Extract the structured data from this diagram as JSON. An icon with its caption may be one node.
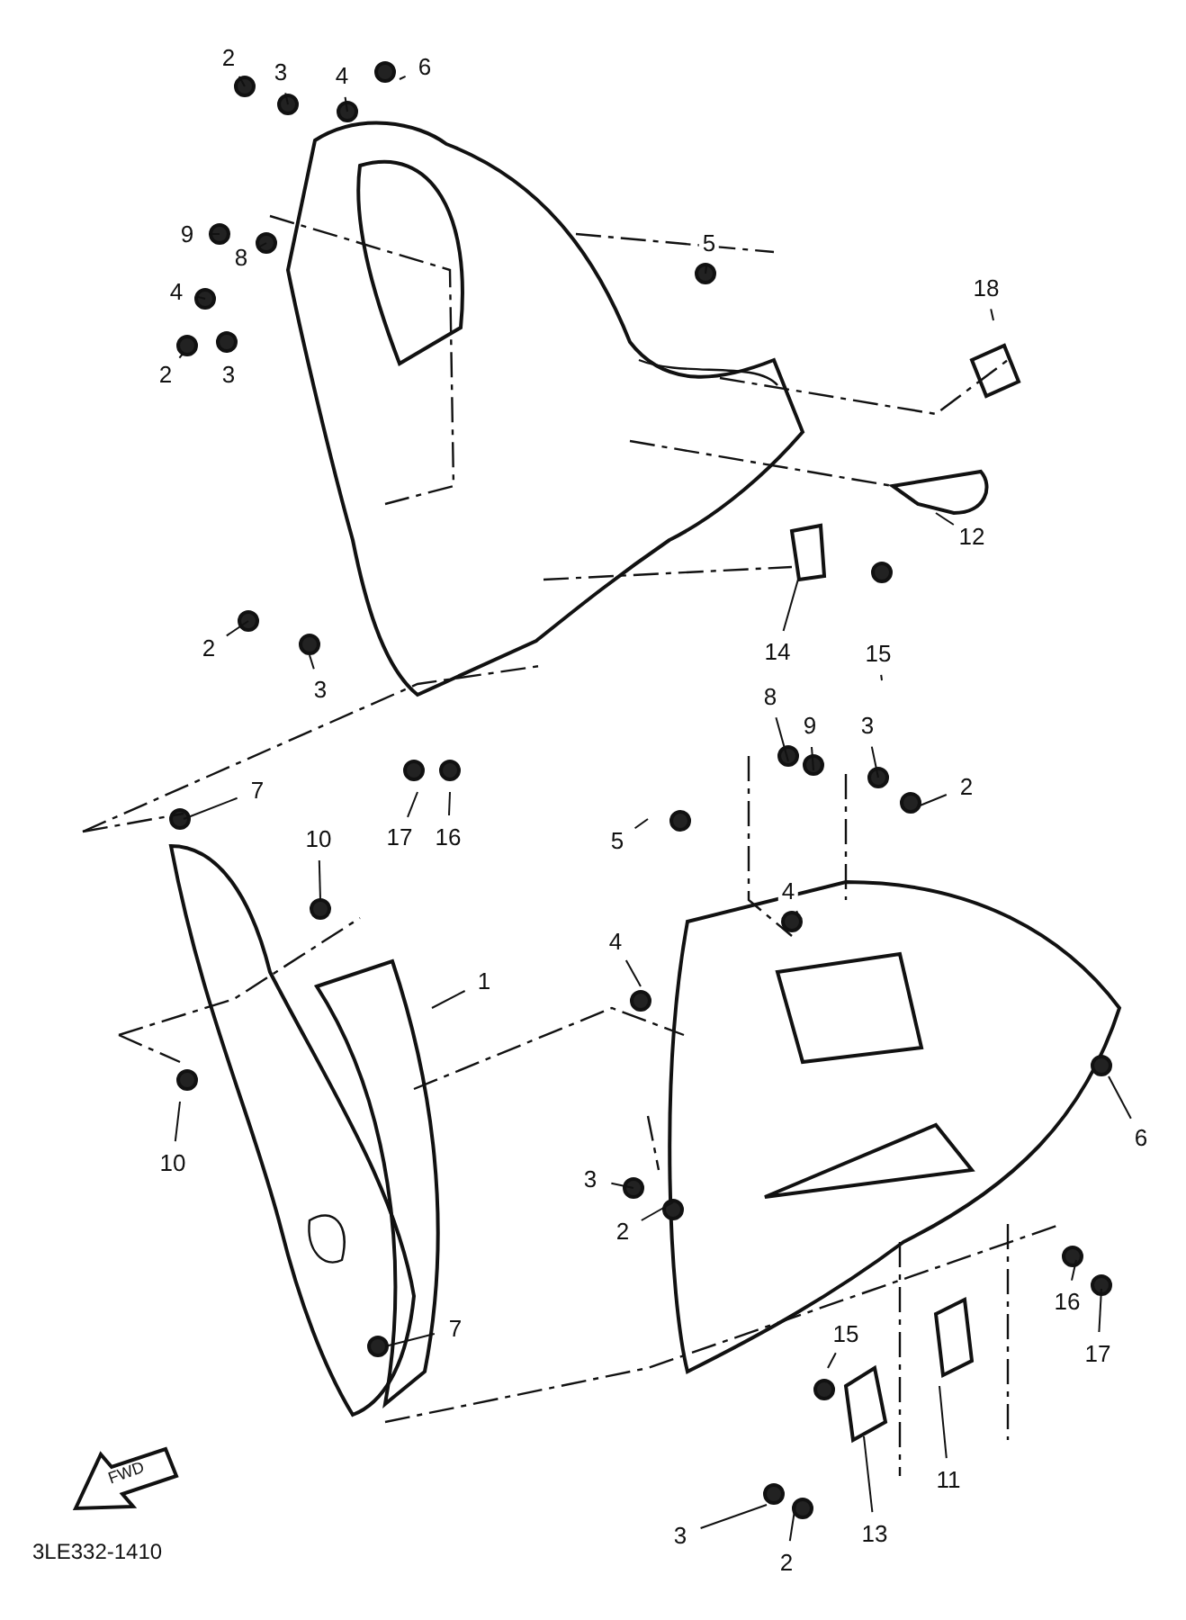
{
  "diagram": {
    "labels": [
      "2",
      "3",
      "4",
      "6",
      "9",
      "8",
      "5",
      "18",
      "4",
      "2",
      "3",
      "12",
      "14",
      "15",
      "2",
      "3",
      "8",
      "9",
      "3",
      "2",
      "7",
      "17",
      "16",
      "5",
      "10",
      "4",
      "1",
      "4",
      "6",
      "10",
      "3",
      "2",
      "7",
      "16",
      "17",
      "15",
      "11",
      "13",
      "3",
      "2",
      "FWD",
      "3LE332-1410"
    ]
  }
}
